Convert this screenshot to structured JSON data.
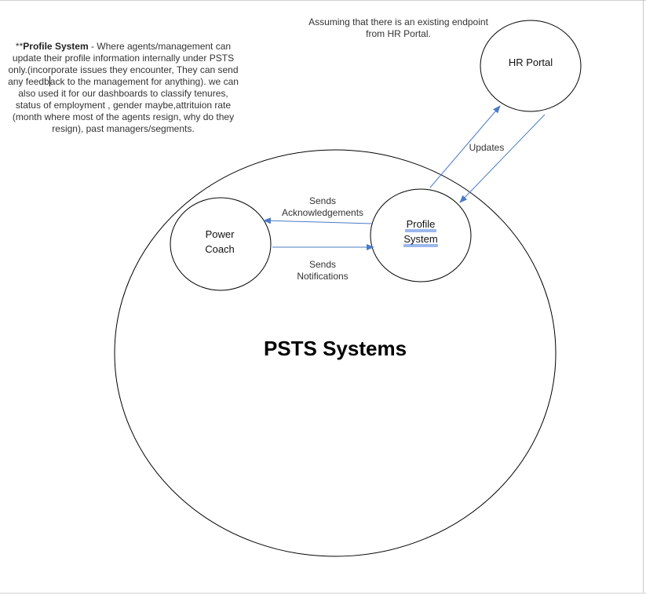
{
  "note": {
    "prefix": "**",
    "title": "Profile System",
    "part1": " - Where agents/management can update their profile information internally under PSTS only.(incorporate issues they encounter, They can send any feedb",
    "part2": "ack to the management for anything). we can also used it for our dashboards to classify tenures, status of employment , gender maybe,attrituion rate (month where most of the agents resign, why do they resign), past managers/segments."
  },
  "assumption": "Assuming that there is an existing endpoint\nfrom HR Portal.",
  "nodes": {
    "hr_portal": "HR Portal",
    "power_coach_line1": "Power",
    "power_coach_line2": "Coach",
    "profile_line1": "Profile",
    "profile_line2": "System"
  },
  "container": {
    "title": "PSTS Systems"
  },
  "edges": {
    "updates": "Updates",
    "ack_line1": "Sends",
    "ack_line2": "Acknowledgements",
    "notif_line1": "Sends",
    "notif_line2": "Notifications"
  },
  "colors": {
    "arrow": "#4a7cc7",
    "outline": "#000000",
    "spellcheck": "#3a6fd8"
  }
}
